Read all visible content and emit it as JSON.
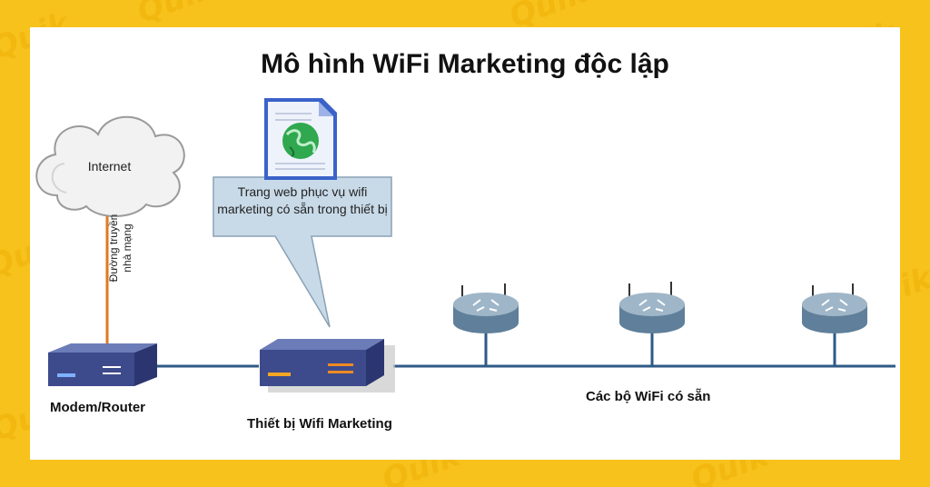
{
  "title": "Mô hình WiFi Marketing độc lập",
  "watermark": "Quik",
  "nodes": {
    "internet": "Internet",
    "connection_line1": "Đường truyền",
    "connection_line2": "nhà mạng",
    "modem": "Modem/Router",
    "device": "Thiết bị Wifi Marketing",
    "access_points": "Các bộ WiFi có sẵn"
  },
  "callout": "Trang web phục vụ wifi marketing có sẵn trong thiết bị",
  "colors": {
    "background": "#f7c21c",
    "panel": "#ffffff",
    "network_line": "#2e5a86",
    "uplink": "#e07a1f",
    "device_body": "#3d4b8c",
    "router_body": "#5f7f9a",
    "callout_fill": "#c8dae8"
  }
}
